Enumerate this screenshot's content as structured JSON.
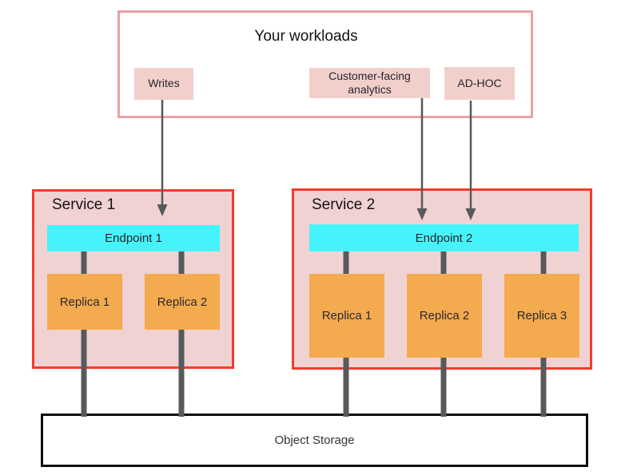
{
  "workloads": {
    "title": "Your workloads",
    "items": [
      {
        "label": "Writes"
      },
      {
        "label": "Customer-facing analytics"
      },
      {
        "label": "AD-HOC"
      }
    ]
  },
  "services": [
    {
      "title": "Service 1",
      "endpoint": "Endpoint 1",
      "replicas": [
        "Replica 1",
        "Replica 2"
      ]
    },
    {
      "title": "Service 2",
      "endpoint": "Endpoint 2",
      "replicas": [
        "Replica 1",
        "Replica 2",
        "Replica 3"
      ]
    }
  ],
  "storage": {
    "label": "Object Storage"
  },
  "colors": {
    "canvas-bg": "#ffffff",
    "workloads-border": "#e9a2a4",
    "workload-item-bg": "#f3cfcb",
    "service-border": "#f43b2b",
    "service-bg": "#f1d2d2",
    "endpoint-bg": "#45f4fa",
    "replica-bg": "#f4aa4e",
    "storage-border": "#0d0d0d",
    "connector-gray": "#58595b",
    "text-dark": "#1b1b22"
  }
}
